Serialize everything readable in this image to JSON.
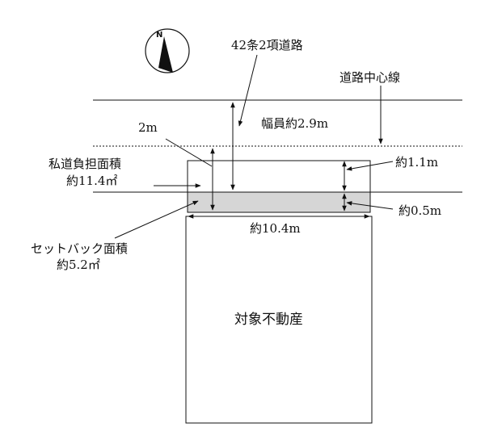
{
  "compass": {
    "north_label": "N"
  },
  "labels": {
    "road_type": "42条2項道路",
    "road_center_line": "道路中心線",
    "road_width": "幅員約2.9m",
    "setback_distance": "2m",
    "private_road_area_line1": "私道負担面積",
    "private_road_area_line2": "約11.4㎡",
    "dim_upper": "約1.1m",
    "dim_lower": "約0.5m",
    "frontage": "約10.4m",
    "setback_area_line1": "セットバック面積",
    "setback_area_line2": "約5.2㎡",
    "property": "対象不動産"
  },
  "colors": {
    "line": "#111111",
    "setback_fill": "#d6d6d6"
  }
}
